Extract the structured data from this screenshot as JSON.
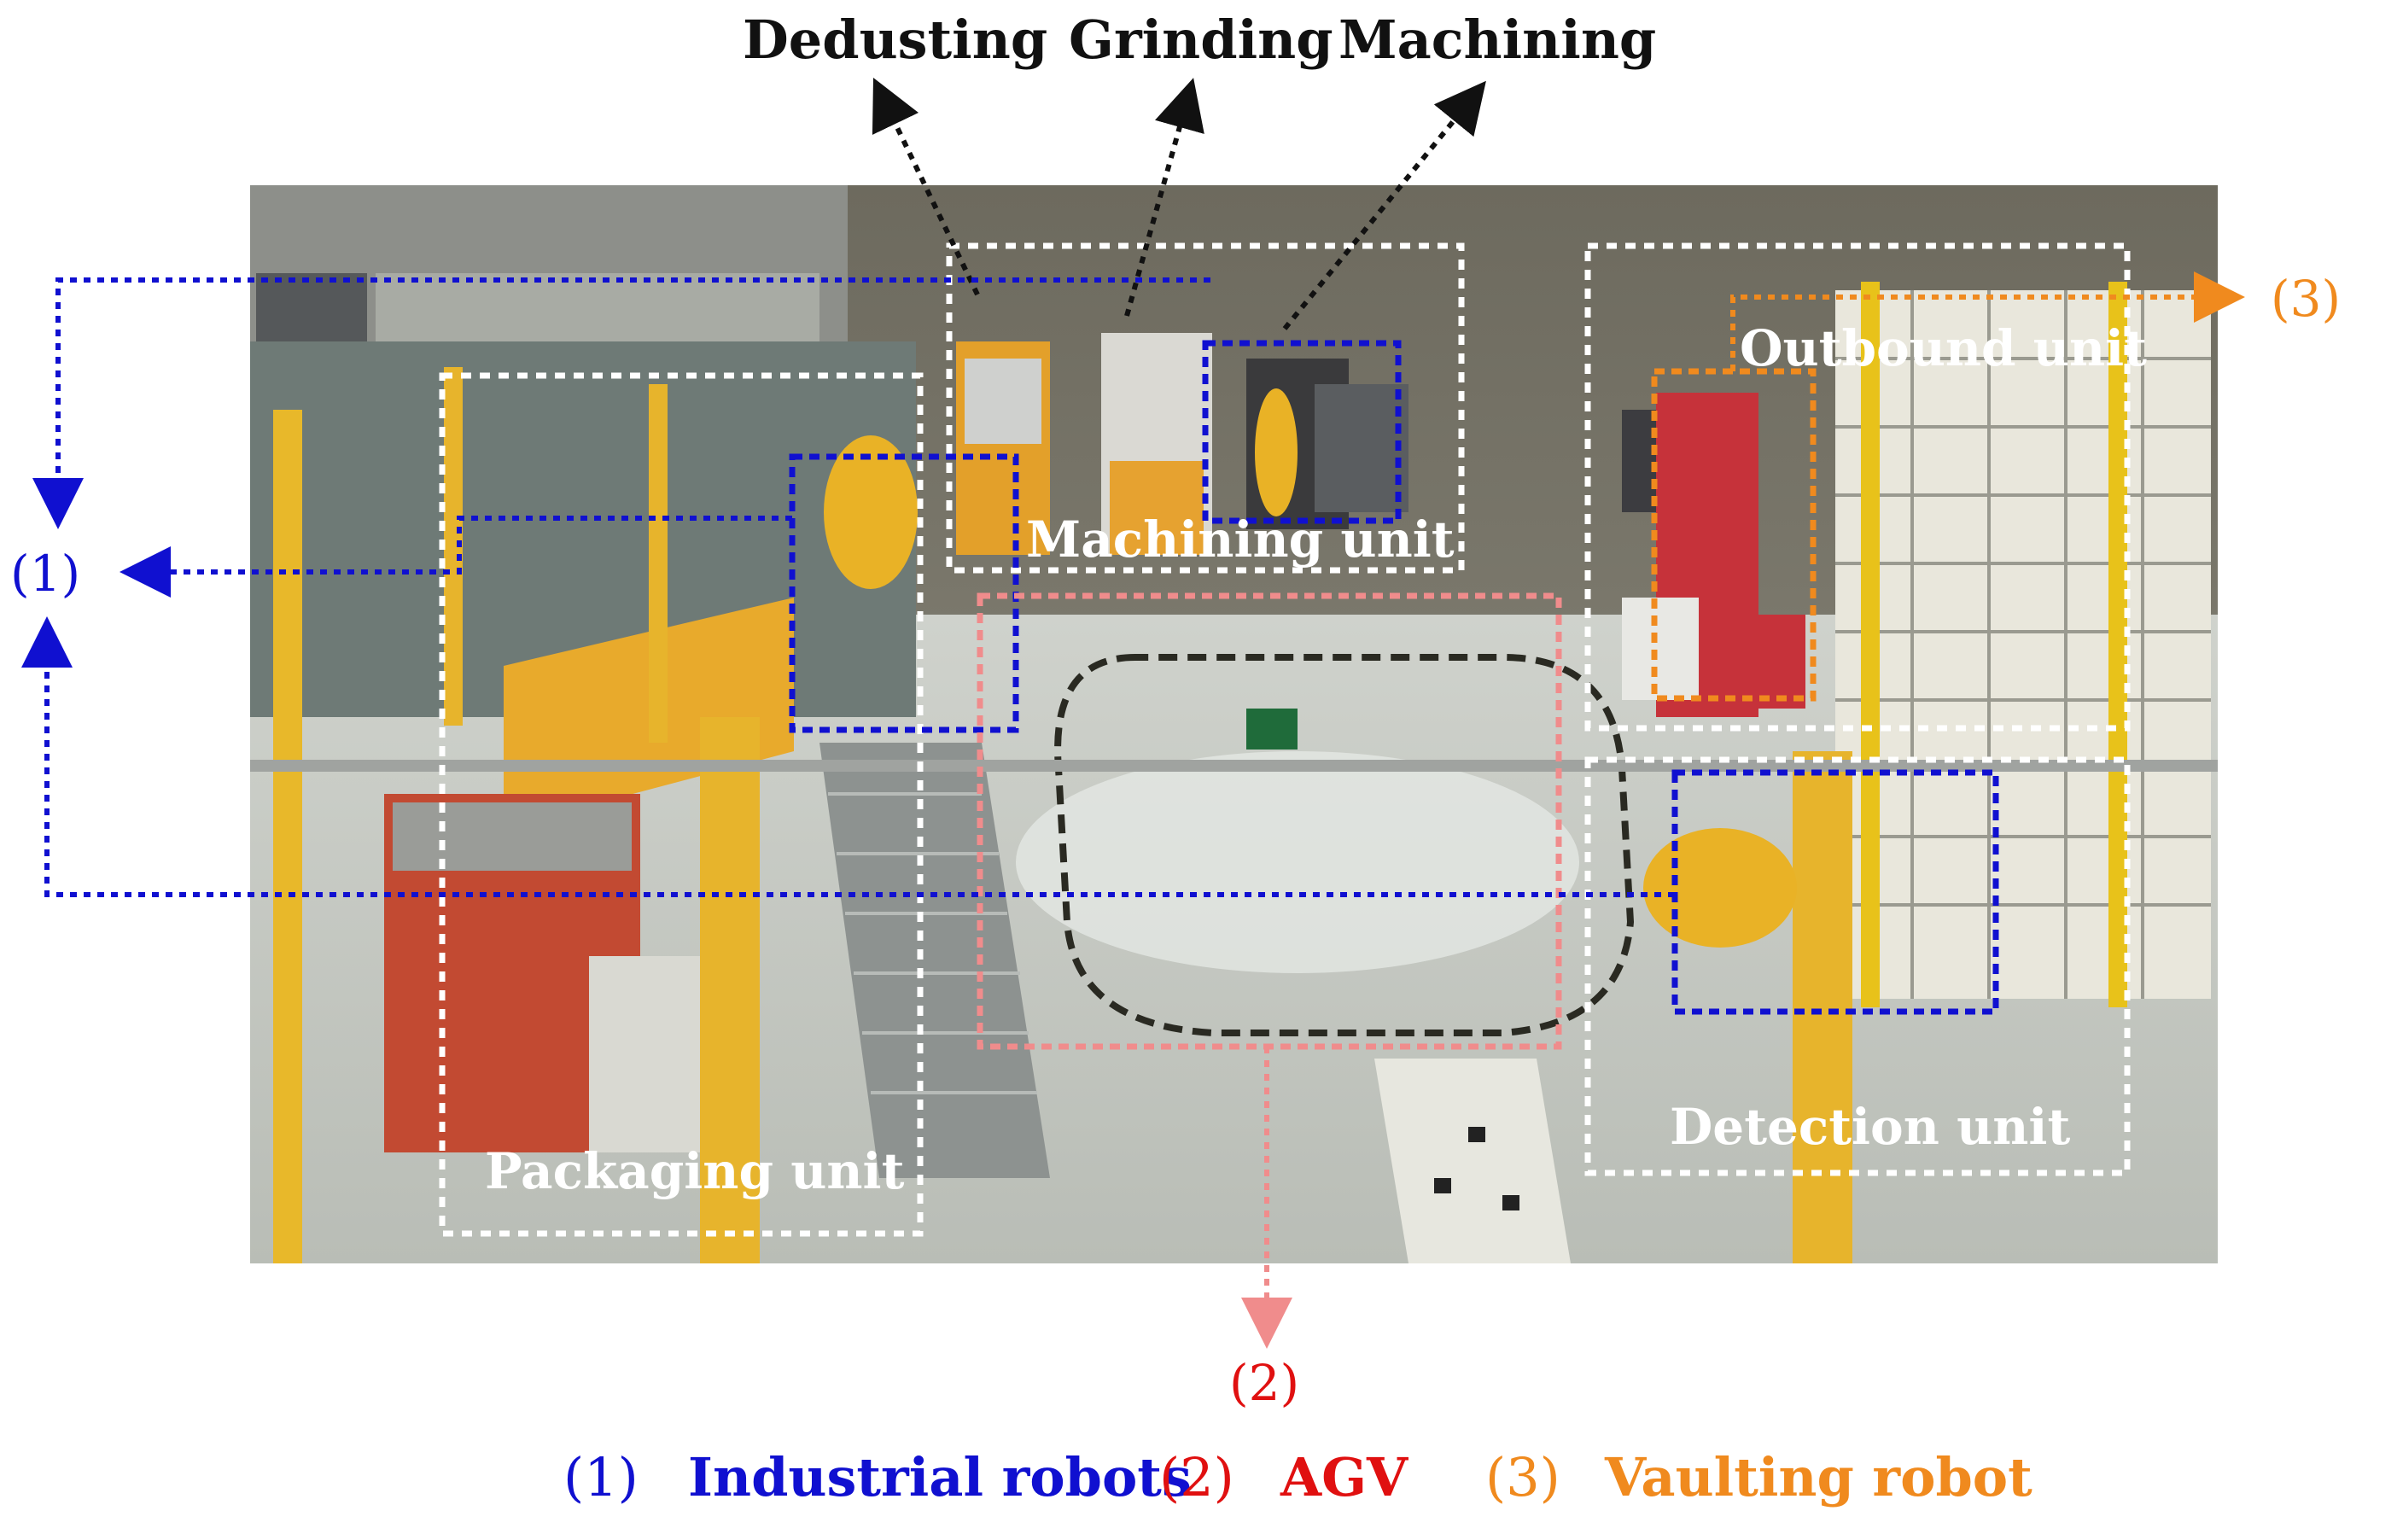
{
  "top_labels": {
    "dedusting": "Dedusting",
    "grinding": "Grinding",
    "machining": "Machining"
  },
  "units": {
    "machining": "Machining unit",
    "outbound": "Outbound unit",
    "packaging": "Packaging unit",
    "detection": "Detection unit"
  },
  "callouts": {
    "one": "(1)",
    "two": "(2)",
    "three": "(3)"
  },
  "legend": {
    "one_num": "(1)",
    "one_text": "Industrial robots",
    "two_num": "(2)",
    "two_text": "AGV",
    "three_num": "(3)",
    "three_text": "Vaulting robot"
  },
  "colors": {
    "blue": "#1010d0",
    "red": "#e01010",
    "pink": "#f08c8c",
    "orange": "#f08a1e",
    "white_box": "#ffffff",
    "black": "#111111"
  }
}
